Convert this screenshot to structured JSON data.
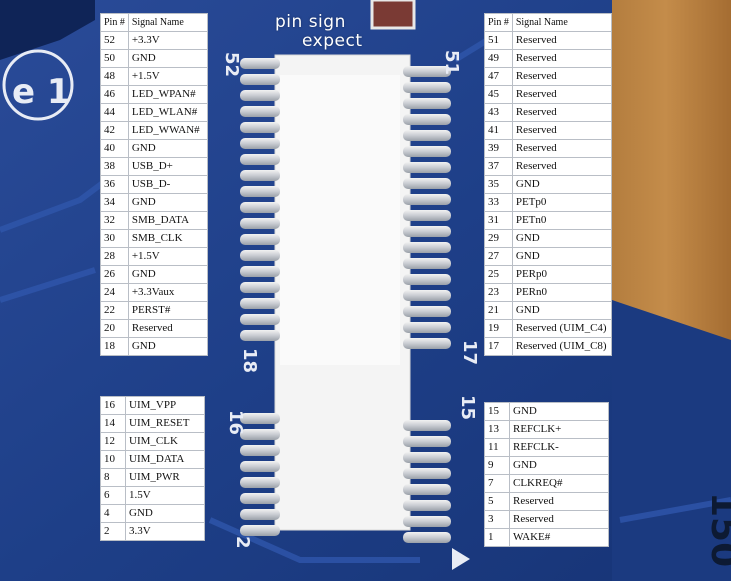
{
  "overlay": {
    "line1": "pin sign",
    "line2": "expect"
  },
  "board_marks": {
    "pin52": "52",
    "pin51": "51",
    "pin18": "18",
    "pin17": "17",
    "pin16": "16",
    "pin15": "15",
    "pin2": "2",
    "label_e1": "e 1",
    "label_150": "150"
  },
  "header": {
    "pin": "Pin #",
    "signal": "Signal Name"
  },
  "left_top": [
    [
      "52",
      "+3.3V"
    ],
    [
      "50",
      "GND"
    ],
    [
      "48",
      "+1.5V"
    ],
    [
      "46",
      "LED_WPAN#"
    ],
    [
      "44",
      "LED_WLAN#"
    ],
    [
      "42",
      "LED_WWAN#"
    ],
    [
      "40",
      "GND"
    ],
    [
      "38",
      "USB_D+"
    ],
    [
      "36",
      "USB_D-"
    ],
    [
      "34",
      "GND"
    ],
    [
      "32",
      "SMB_DATA"
    ],
    [
      "30",
      "SMB_CLK"
    ],
    [
      "28",
      "+1.5V"
    ],
    [
      "26",
      "GND"
    ],
    [
      "24",
      "+3.3Vaux"
    ],
    [
      "22",
      "PERST#"
    ],
    [
      "20",
      "Reserved"
    ],
    [
      "18",
      "GND"
    ]
  ],
  "left_bottom": [
    [
      "16",
      "UIM_VPP"
    ],
    [
      "14",
      "UIM_RESET"
    ],
    [
      "12",
      "UIM_CLK"
    ],
    [
      "10",
      "UIM_DATA"
    ],
    [
      "8",
      "UIM_PWR"
    ],
    [
      "6",
      "1.5V"
    ],
    [
      "4",
      "GND"
    ],
    [
      "2",
      "3.3V"
    ]
  ],
  "right_top": [
    [
      "51",
      "Reserved"
    ],
    [
      "49",
      "Reserved"
    ],
    [
      "47",
      "Reserved"
    ],
    [
      "45",
      "Reserved"
    ],
    [
      "43",
      "Reserved"
    ],
    [
      "41",
      "Reserved"
    ],
    [
      "39",
      "Reserved"
    ],
    [
      "37",
      "Reserved"
    ],
    [
      "35",
      "GND"
    ],
    [
      "33",
      "PETp0"
    ],
    [
      "31",
      "PETn0"
    ],
    [
      "29",
      "GND"
    ],
    [
      "27",
      "GND"
    ],
    [
      "25",
      "PERp0"
    ],
    [
      "23",
      "PERn0"
    ],
    [
      "21",
      "GND"
    ],
    [
      "19",
      "Reserved (UIM_C4)"
    ],
    [
      "17",
      "Reserved (UIM_C8)"
    ]
  ],
  "right_bottom": [
    [
      "15",
      "GND"
    ],
    [
      "13",
      "REFCLK+"
    ],
    [
      "11",
      "REFCLK-"
    ],
    [
      "9",
      "GND"
    ],
    [
      "7",
      "CLKREQ#"
    ],
    [
      "5",
      "Reserved"
    ],
    [
      "3",
      "Reserved"
    ],
    [
      "1",
      "WAKE#"
    ]
  ]
}
